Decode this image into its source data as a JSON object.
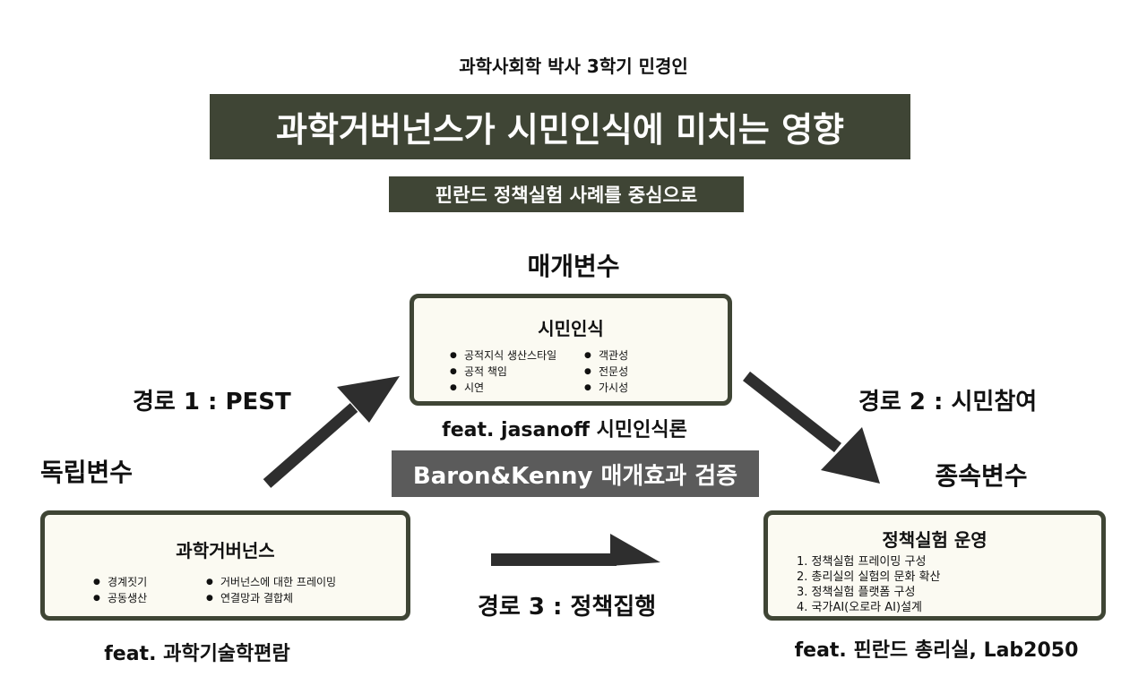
{
  "header": {
    "author": "과학사회학 박사 3학기 민경인",
    "title": "과학거버넌스가 시민인식에 미치는 영향",
    "subtitle": "핀란드 정책실험 사례를 중심으로"
  },
  "mediator": {
    "role": "매개변수",
    "box_title": "시민인식",
    "items_left": [
      "공적지식 생산스타일",
      "공적 책임",
      "시연"
    ],
    "items_right": [
      "객관성",
      "전문성",
      "가시성"
    ],
    "feat": "feat. jasanoff 시민인식론"
  },
  "independent": {
    "role": "독립변수",
    "box_title": "과학거버넌스",
    "items_left": [
      "경계짓기",
      "공동생산"
    ],
    "items_right": [
      "거버넌스에 대한 프레이밍",
      "연결망과 결합체"
    ],
    "feat": "feat. 과학기술학편람"
  },
  "dependent": {
    "role": "종속변수",
    "box_title": "정책실험 운영",
    "items": [
      "1. 정책실험 프레이밍 구성",
      "2. 총리실의 실험의 문화 확산",
      "3. 정책실험 플랫폼 구성",
      "4. 국가AI(오로라 AI)설계"
    ],
    "feat": "feat. 핀란드 총리실, Lab2050"
  },
  "paths": {
    "path1": "경로 1 : PEST",
    "path2": "경로 2 : 시민참여",
    "path3": "경로 3 : 정책집행"
  },
  "method": "Baron&Kenny 매개효과 검증",
  "colors": {
    "dark_olive": "#3f4535",
    "box_fill": "#fbfaf2",
    "method_gray": "#5b5b5b",
    "arrow": "#2e2e2e"
  }
}
